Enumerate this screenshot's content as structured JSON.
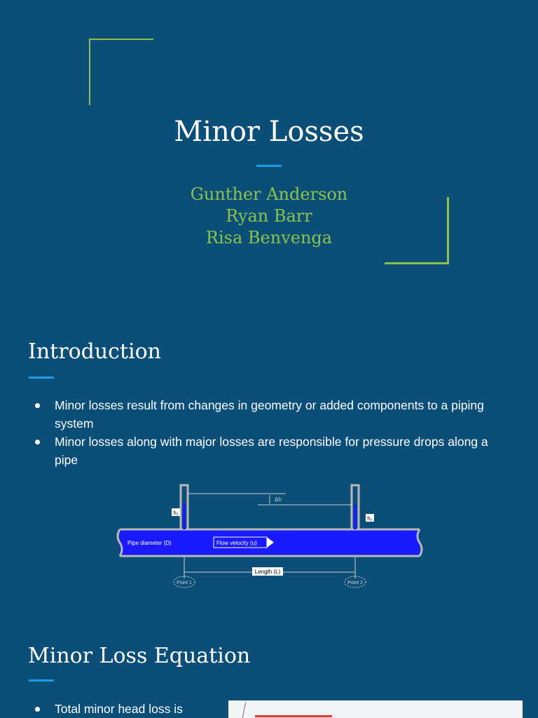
{
  "slide1": {
    "title": "Minor Losses",
    "authors": [
      "Gunther Anderson",
      "Ryan Barr",
      "Risa Benvenga"
    ],
    "accent_color": "#8bc34a"
  },
  "slide2": {
    "title": "Introduction",
    "bullets": [
      "Minor losses result from changes in geometry or added components to a piping system",
      "Minor losses along with major losses are responsible for pressure drops along a pipe"
    ],
    "diagram": {
      "label_h1": "h₁",
      "label_h2": "h₂",
      "label_delta": "Δh",
      "label_diameter": "Pipe diameter (D)",
      "label_velocity": "Flow velocity (u)",
      "label_length": "Length (L)",
      "label_point1": "Point 1",
      "label_point2": "Point 2"
    }
  },
  "slide3": {
    "title": "Minor Loss Equation",
    "bullets": [
      "Total minor head loss is"
    ]
  },
  "colors": {
    "background": "#0b4f79",
    "accent_blue": "#1e9be6",
    "green": "#8bc34a",
    "pipe": "#1a1aff"
  }
}
